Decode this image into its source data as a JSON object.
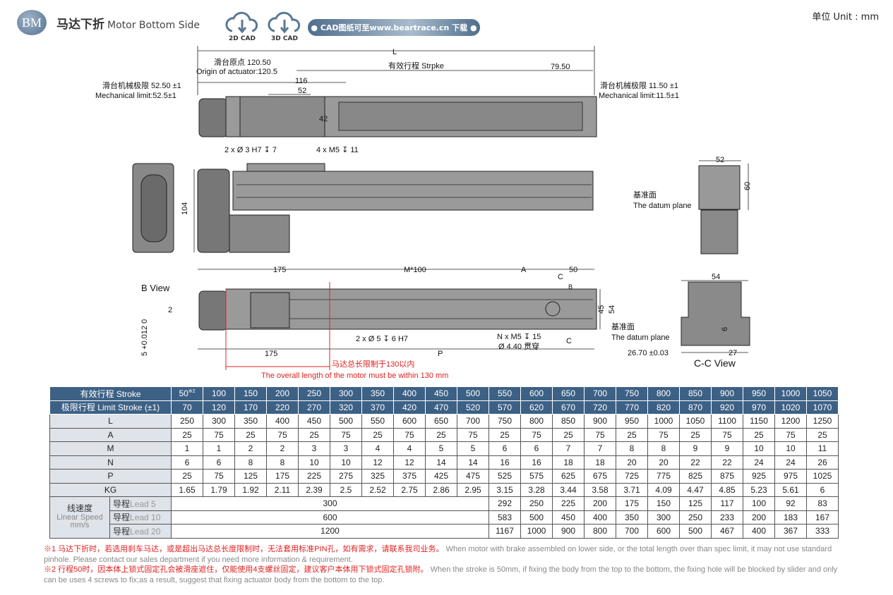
{
  "header": {
    "logo": "BM",
    "title_cn": "马达下折",
    "title_en": "Motor Bottom Side",
    "cad2d": "2D CAD",
    "cad3d": "3D CAD",
    "banner": "● CAD图纸可至www.beartrace.cn 下载 ●",
    "unit": "单位  Unit : mm"
  },
  "drawing": {
    "L": "L",
    "origin_cn": "滑台原点 120.50",
    "origin_en": "Origin of actuator:120.5",
    "stroke": "有效行程 Strpke",
    "d7950": "79.50",
    "mech_left_cn": "滑台机械极限 52.50 ±1",
    "mech_left_en": "Mechanical limit:52.5±1",
    "mech_right_cn": "滑台机械极限 11.50 ±1",
    "mech_right_en": "Mechanical limit:11.5±1",
    "d116": "116",
    "d52": "52",
    "d42": "42",
    "hole1": "2 x Ø 3 H7 ↧ 7",
    "hole2": "4 x M5 ↧ 11",
    "d104": "104",
    "d52b": "52",
    "d60": "60",
    "datum_cn": "基准面",
    "datum_en": "The datum plane",
    "bview": "B View",
    "tol": "5 +0.012 0",
    "d2": "2",
    "d175a": "175",
    "m100": "M*100",
    "A": "A",
    "d50": "50",
    "C": "C",
    "B": "B",
    "d45": "45",
    "d54": "54",
    "pin": "2 x Ø 5 ↧ 6 H7",
    "nm5": "N x M5 ↧ 15",
    "thru": "Ø 4.40 贯穿",
    "d175b": "175",
    "P": "P",
    "motor_cn": "马达总长限制于130以内",
    "motor_en": "The overall length of the motor must be within 130 mm",
    "d54c": "54",
    "d6": "6",
    "d2670": "26.70 ±0.03",
    "d27": "27",
    "ccview": "C-C View"
  },
  "table": {
    "stroke_label": "有效行程 Stroke",
    "limit_label": "极限行程 Limit Stroke (±1)",
    "stroke": [
      "50",
      "100",
      "150",
      "200",
      "250",
      "300",
      "350",
      "400",
      "450",
      "500",
      "550",
      "600",
      "650",
      "700",
      "750",
      "800",
      "850",
      "900",
      "950",
      "1000",
      "1050"
    ],
    "stroke_note": "※2",
    "limit": [
      "70",
      "120",
      "170",
      "220",
      "270",
      "320",
      "370",
      "420",
      "470",
      "520",
      "570",
      "620",
      "670",
      "720",
      "770",
      "820",
      "870",
      "920",
      "970",
      "1020",
      "1070"
    ],
    "rows": [
      {
        "label": "L",
        "values": [
          "250",
          "300",
          "350",
          "400",
          "450",
          "500",
          "550",
          "600",
          "650",
          "700",
          "750",
          "800",
          "850",
          "900",
          "950",
          "1000",
          "1050",
          "1100",
          "1150",
          "1200",
          "1250"
        ]
      },
      {
        "label": "A",
        "values": [
          "25",
          "75",
          "25",
          "75",
          "25",
          "75",
          "25",
          "75",
          "25",
          "75",
          "25",
          "75",
          "25",
          "75",
          "25",
          "75",
          "25",
          "75",
          "25",
          "75",
          "25"
        ]
      },
      {
        "label": "M",
        "values": [
          "1",
          "1",
          "2",
          "2",
          "3",
          "3",
          "4",
          "4",
          "5",
          "5",
          "6",
          "6",
          "7",
          "7",
          "8",
          "8",
          "9",
          "9",
          "10",
          "10",
          "11"
        ]
      },
      {
        "label": "N",
        "values": [
          "6",
          "6",
          "8",
          "8",
          "10",
          "10",
          "12",
          "12",
          "14",
          "14",
          "16",
          "16",
          "18",
          "18",
          "20",
          "20",
          "22",
          "22",
          "24",
          "24",
          "26"
        ]
      },
      {
        "label": "P",
        "values": [
          "25",
          "75",
          "125",
          "175",
          "225",
          "275",
          "325",
          "375",
          "425",
          "475",
          "525",
          "575",
          "625",
          "675",
          "725",
          "775",
          "825",
          "875",
          "925",
          "975",
          "1025"
        ]
      },
      {
        "label": "KG",
        "values": [
          "1.65",
          "1.79",
          "1.92",
          "2.11",
          "2.39",
          "2.5",
          "2.52",
          "2.75",
          "2.86",
          "2.95",
          "3.15",
          "3.28",
          "3.44",
          "3.58",
          "3.71",
          "4.09",
          "4.47",
          "4.85",
          "5.23",
          "5.61",
          "6"
        ]
      }
    ],
    "speed_label_cn": "线速度",
    "speed_label_en": "Linear Speed mm/s",
    "speed": [
      {
        "cn": "导程",
        "en": "Lead 5",
        "merged": "300",
        "values": [
          "292",
          "250",
          "225",
          "200",
          "175",
          "150",
          "125",
          "117",
          "100",
          "92",
          "83"
        ]
      },
      {
        "cn": "导程",
        "en": "Lead 10",
        "merged": "600",
        "values": [
          "583",
          "500",
          "450",
          "400",
          "350",
          "300",
          "250",
          "233",
          "200",
          "183",
          "167"
        ]
      },
      {
        "cn": "导程",
        "en": "Lead 20",
        "merged": "1200",
        "values": [
          "1167",
          "1000",
          "900",
          "800",
          "700",
          "600",
          "500",
          "467",
          "400",
          "367",
          "333"
        ]
      }
    ]
  },
  "notes": [
    {
      "cn": "※1 马达下折时，若选用刹车马达，或是超出马达总长度限制时，无法套用标准PIN孔，如有需求，请联系我司业务。",
      "en": "When motor with brake assembled on lower side, or the total length over than spec limit, it may not use standard pinhole. Please contact our sales department if you need more information & requirement."
    },
    {
      "cn": "※2 行程50时，因本体上锁式固定孔会被滑座遮住，仅能使用4支螺丝固定，建议客户本体用下锁式固定孔锁附。",
      "en": "When the stroke is 50mm, if fixing the body from the top to the bottom, the fixing hole will be blocked by slider and only can be uses 4 screws to fix;as a result, suggest that fixing actuator body from the bottom to the top."
    }
  ]
}
